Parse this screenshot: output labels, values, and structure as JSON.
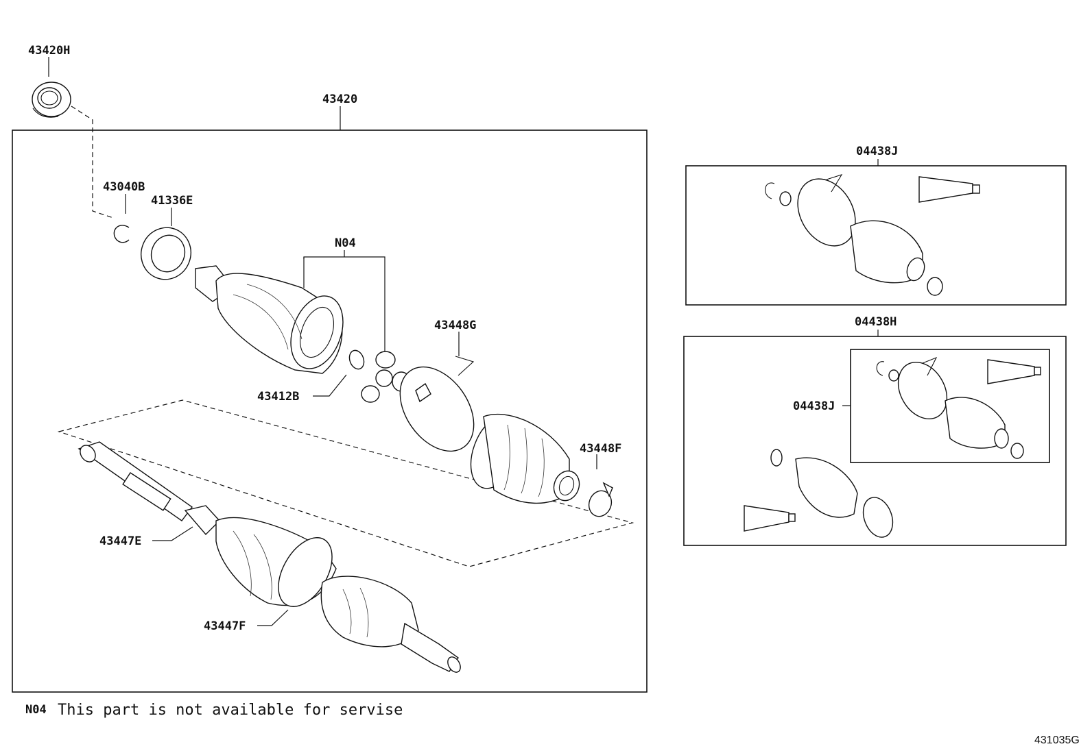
{
  "labels": {
    "oil_seal": "43420H",
    "shaft_assy": "43420",
    "snap_ring_b": "43040B",
    "dust_deflector": "41336E",
    "n04": "N04",
    "snap_ring_inboard": "43412B",
    "boot_clamp_g": "43448G",
    "boot_clamp_f": "43448F",
    "boot_clamp_e": "43447E",
    "boot_clamp_f2": "43447F",
    "boot_kit_j": "04438J",
    "boot_kit_h": "04438H",
    "boot_kit_j_inner": "04438J"
  },
  "note": {
    "code": "N04",
    "text": "This part is not available for servise"
  },
  "figure_id": "431035G"
}
